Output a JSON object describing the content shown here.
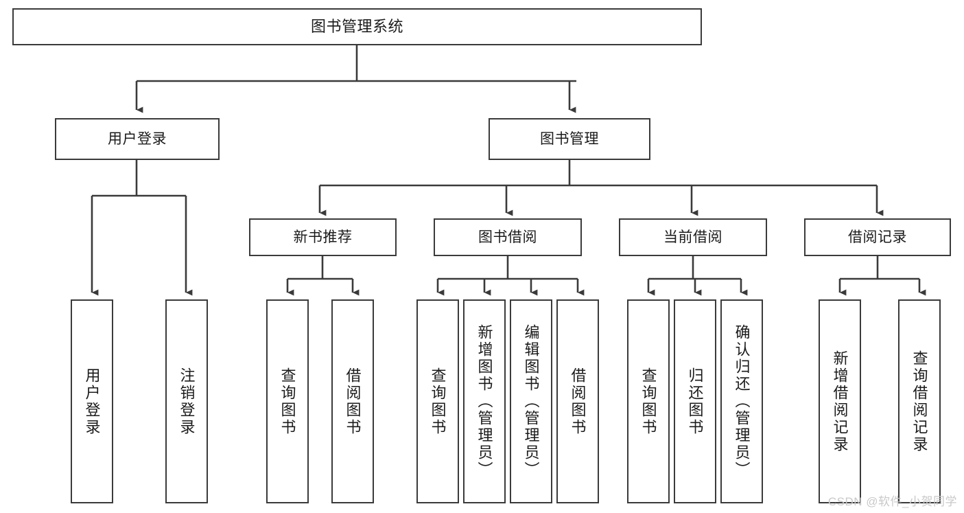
{
  "diagram": {
    "title": "图书管理系统",
    "type": "tree",
    "watermark": "CSDN @软件_小贺同学",
    "colors": {
      "box_border": "#3a3a3a",
      "box_fill": "#ffffff",
      "edge": "#3a3a3a",
      "text": "#1b1b1b",
      "watermark": "#c9c9c9"
    },
    "root": {
      "label": "图书管理系统"
    },
    "level2": [
      {
        "id": "user-login",
        "label": "用户登录"
      },
      {
        "id": "book-manage",
        "label": "图书管理"
      }
    ],
    "level3": [
      {
        "id": "new-book-recommend",
        "label": "新书推荐",
        "parent": "book-manage"
      },
      {
        "id": "book-borrow",
        "label": "图书借阅",
        "parent": "book-manage"
      },
      {
        "id": "current-borrow",
        "label": "当前借阅",
        "parent": "book-manage"
      },
      {
        "id": "borrow-record",
        "label": "借阅记录",
        "parent": "book-manage"
      }
    ],
    "leaves": [
      {
        "id": "leaf-user-login",
        "label": "用户登录",
        "parent": "user-login"
      },
      {
        "id": "leaf-logout",
        "label": "注销登录",
        "parent": "user-login"
      },
      {
        "id": "leaf-query-book-1",
        "label": "查询图书",
        "parent": "new-book-recommend"
      },
      {
        "id": "leaf-borrow-book-1",
        "label": "借阅图书",
        "parent": "new-book-recommend"
      },
      {
        "id": "leaf-query-book-2",
        "label": "查询图书",
        "parent": "book-borrow"
      },
      {
        "id": "leaf-add-book",
        "label": "新增图书（管理员）",
        "parent": "book-borrow"
      },
      {
        "id": "leaf-edit-book",
        "label": "编辑图书（管理员）",
        "parent": "book-borrow"
      },
      {
        "id": "leaf-borrow-book-2",
        "label": "借阅图书",
        "parent": "book-borrow"
      },
      {
        "id": "leaf-query-book-3",
        "label": "查询图书",
        "parent": "current-borrow"
      },
      {
        "id": "leaf-return-book",
        "label": "归还图书",
        "parent": "current-borrow"
      },
      {
        "id": "leaf-confirm-return",
        "label": "确认归还（管理员）",
        "parent": "current-borrow"
      },
      {
        "id": "leaf-add-record",
        "label": "新增借阅记录",
        "parent": "borrow-record"
      },
      {
        "id": "leaf-query-record",
        "label": "查询借阅记录",
        "parent": "borrow-record"
      }
    ]
  }
}
